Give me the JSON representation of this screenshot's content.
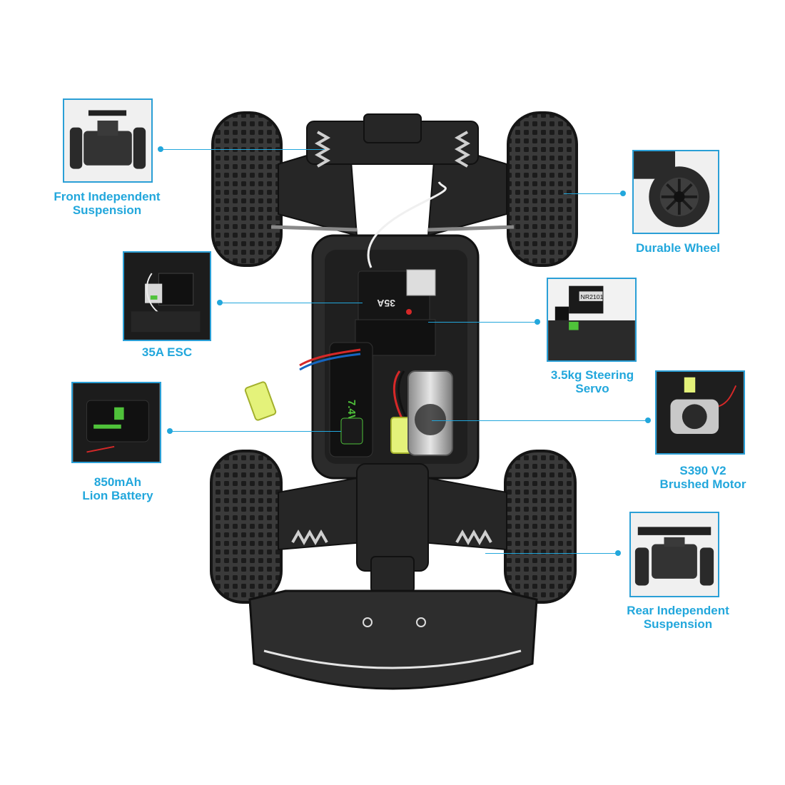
{
  "image": {
    "subject": "rc-buggy-chassis-top-view",
    "accent_color": "#22a7dc"
  },
  "callouts": {
    "front_suspension": "Front Independent\nSuspension",
    "esc": "35A ESC",
    "battery": "850mAh\nLion Battery",
    "wheel": "Durable Wheel",
    "servo": "3.5kg Steering\nServo",
    "motor": "S390 V2\nBrushed Motor",
    "rear_suspension": "Rear Independent\nSuspension"
  },
  "printed_parts": {
    "esc_rating": "35A",
    "battery_voltage": "7.4V",
    "receiver_model": "NR2101"
  }
}
